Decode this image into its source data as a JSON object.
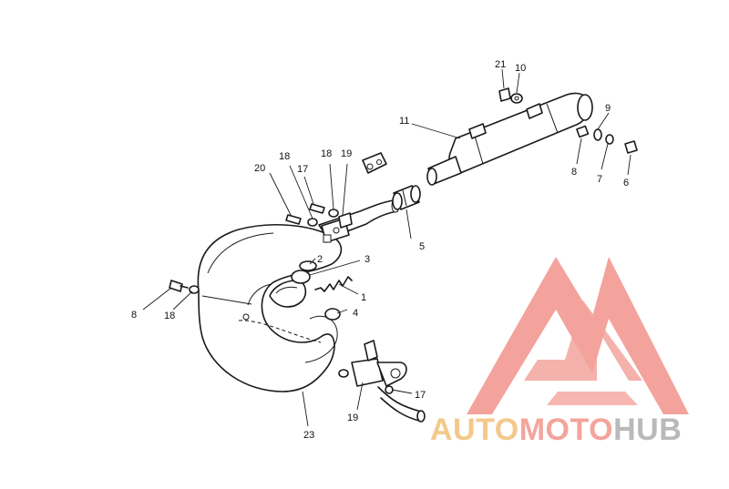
{
  "watermark": {
    "part1": "AUTO",
    "part2": "MOTO",
    "part3": "HUB",
    "colors": {
      "logo": "#f29a92",
      "auto": "#f3c98a",
      "moto": "#f4a49c",
      "hub": "#b9b9b9"
    }
  },
  "callouts": {
    "c1": "1",
    "c2": "2",
    "c3": "3",
    "c4": "4",
    "c5": "5",
    "c6": "6",
    "c7": "7",
    "c8_right": "8",
    "c8_left": "8",
    "c9": "9",
    "c10": "10",
    "c11": "11",
    "c17_top": "17",
    "c17_bottom": "17",
    "c18_top_a": "18",
    "c18_top_b": "18",
    "c18_left": "18",
    "c19_top": "19",
    "c19_bottom": "19",
    "c20": "20",
    "c21": "21",
    "c23": "23"
  }
}
